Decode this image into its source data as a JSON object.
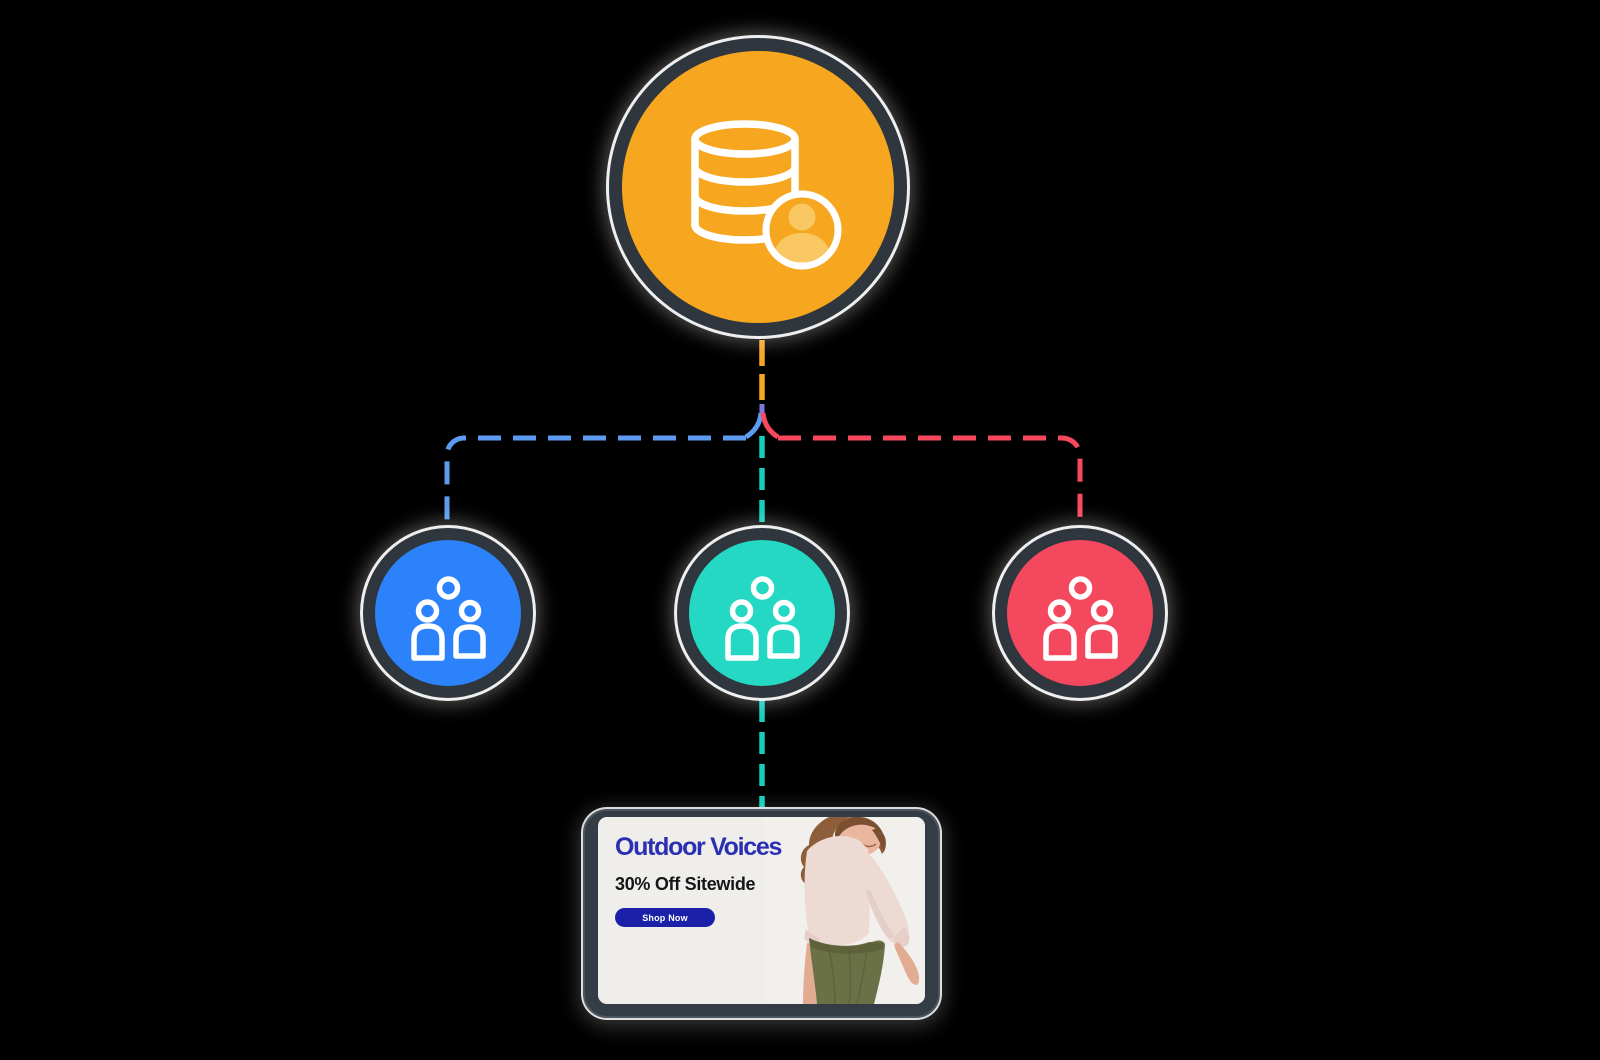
{
  "diagram": {
    "root": {
      "icon": "database-user-icon",
      "fill": "#F7A61F",
      "ring": "#2F363E",
      "connector_color": "#F7A621"
    },
    "branches": [
      {
        "id": "audience-blue",
        "icon": "people-group-icon",
        "fill": "#2B82FA",
        "connector_color": "#5D9BF0"
      },
      {
        "id": "audience-teal",
        "icon": "people-group-icon",
        "fill": "#24D8C3",
        "connector_color": "#12CEBA"
      },
      {
        "id": "audience-red",
        "icon": "people-group-icon",
        "fill": "#F4485E",
        "connector_color": "#F8485E"
      }
    ],
    "junction_color": "#7E79DD"
  },
  "ad_card": {
    "brand": "Outdoor Voices",
    "headline": "30% Off Sitewide",
    "cta_label": "Shop Now",
    "brand_color": "#2B2FB3",
    "headline_color": "#15151A",
    "cta_bg": "#1B20A9",
    "frame_color": "#343D46",
    "screen_bg": "#F0EEEA",
    "photo": "woman-in-pink-sweater-olive-skirt"
  }
}
